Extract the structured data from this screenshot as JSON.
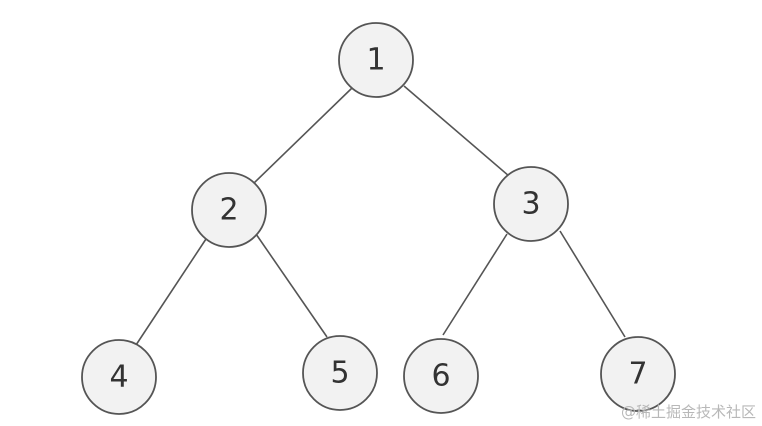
{
  "tree": {
    "nodes": [
      {
        "id": "n1",
        "label": "1"
      },
      {
        "id": "n2",
        "label": "2"
      },
      {
        "id": "n3",
        "label": "3"
      },
      {
        "id": "n4",
        "label": "4"
      },
      {
        "id": "n5",
        "label": "5"
      },
      {
        "id": "n6",
        "label": "6"
      },
      {
        "id": "n7",
        "label": "7"
      }
    ],
    "edges": [
      {
        "from": "n1",
        "to": "n2"
      },
      {
        "from": "n1",
        "to": "n3"
      },
      {
        "from": "n2",
        "to": "n4"
      },
      {
        "from": "n2",
        "to": "n5"
      },
      {
        "from": "n3",
        "to": "n6"
      },
      {
        "from": "n3",
        "to": "n7"
      }
    ]
  },
  "watermark": {
    "text": "@稀土掘金技术社区"
  },
  "colors": {
    "node_fill": "#f2f2f2",
    "stroke": "#555555",
    "text": "#333333",
    "watermark": "#b8b8b8"
  }
}
